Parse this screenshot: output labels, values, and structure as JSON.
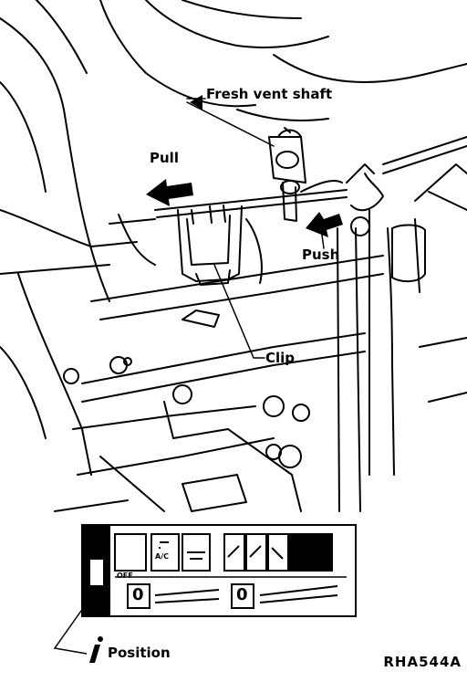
{
  "labels": {
    "fresh_vent_shaft": "Fresh vent shaft",
    "pull": "Pull",
    "push": "Push",
    "clip": "Clip",
    "position": "Position"
  },
  "panel": {
    "mode_off": "OFF",
    "ac": "A/C",
    "fresh_digit": "0",
    "temp_digit": "0"
  },
  "figure_code": "RHA544A"
}
